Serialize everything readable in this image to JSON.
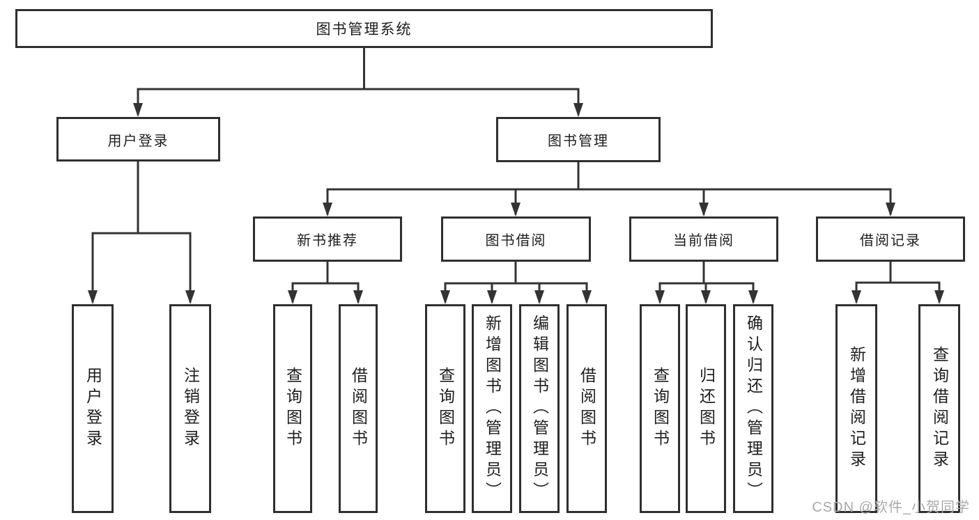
{
  "diagram": {
    "root": {
      "label": "图书管理系统"
    },
    "branches": [
      {
        "label": "用户登录",
        "children": [
          {
            "label": "用户登录"
          },
          {
            "label": "注销登录"
          }
        ]
      },
      {
        "label": "图书管理",
        "groups": [
          {
            "label": "新书推荐",
            "children": [
              {
                "label": "查询图书"
              },
              {
                "label": "借阅图书"
              }
            ]
          },
          {
            "label": "图书借阅",
            "children": [
              {
                "label": "查询图书"
              },
              {
                "label": "新增图书（管理员）"
              },
              {
                "label": "编辑图书（管理员）"
              },
              {
                "label": "借阅图书"
              }
            ]
          },
          {
            "label": "当前借阅",
            "children": [
              {
                "label": "查询图书"
              },
              {
                "label": "归还图书"
              },
              {
                "label": "确认归还（管理员）"
              }
            ]
          },
          {
            "label": "借阅记录",
            "children": [
              {
                "label": "新增借阅记录"
              },
              {
                "label": "查询借阅记录"
              }
            ]
          }
        ]
      }
    ]
  },
  "watermark": {
    "text": "CSDN @软件_小贺同学"
  },
  "colors": {
    "background": "#ffffff",
    "line": "#333333",
    "box_border": "#2f2f2f",
    "text": "#1e1e1e",
    "watermark": "#a9a9a9"
  }
}
